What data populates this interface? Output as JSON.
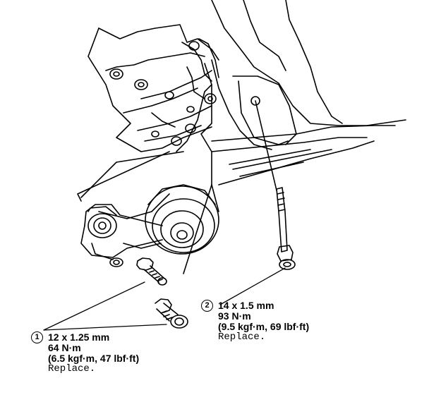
{
  "callouts": [
    {
      "number": "1",
      "size": "12 x 1.25 mm",
      "torque_nm": "64 N·m",
      "torque_alt": "(6.5 kgf·m, 47 lbf·ft)",
      "note": "Replace."
    },
    {
      "number": "2",
      "size": "14 x 1.5 mm",
      "torque_nm": "93 N·m",
      "torque_alt": "(9.5 kgf·m, 69 lbf·ft)",
      "note": "Replace."
    }
  ],
  "colors": {
    "line": "#000000",
    "background": "#ffffff"
  }
}
